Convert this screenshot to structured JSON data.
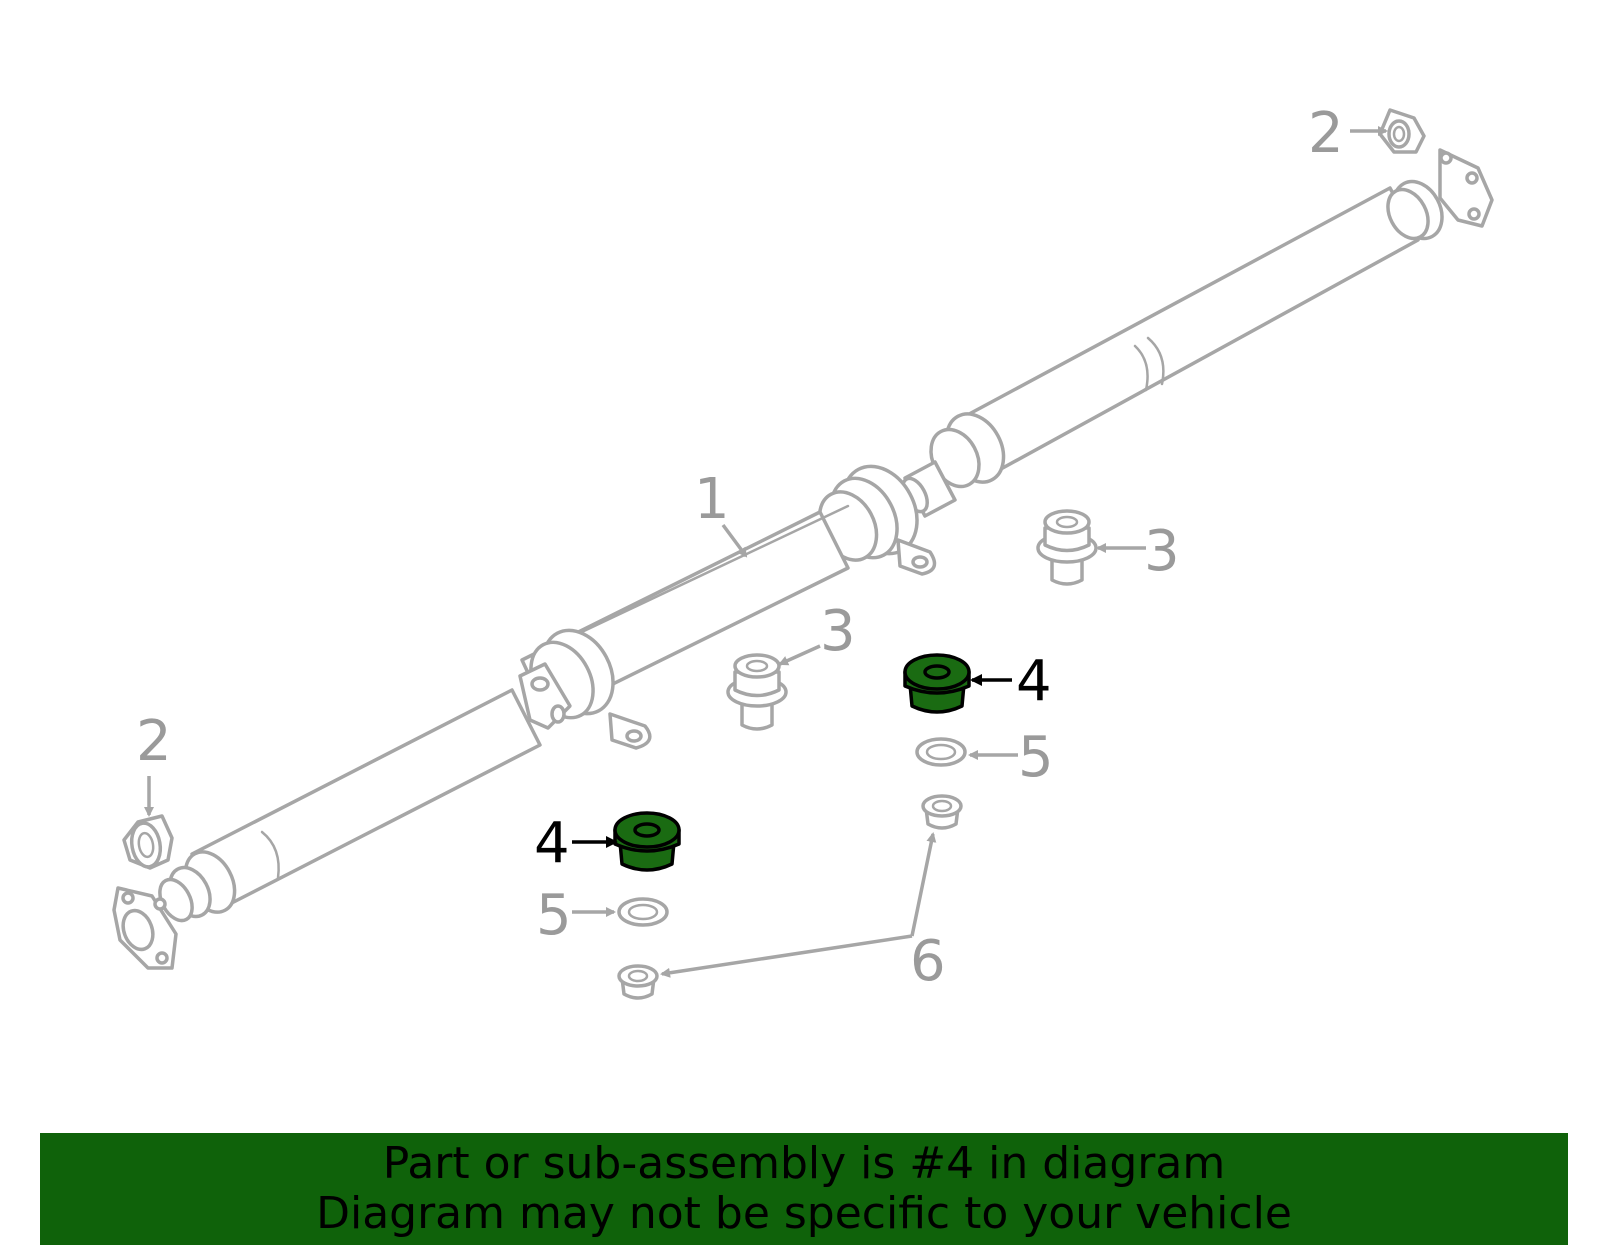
{
  "callouts": {
    "shaft": "1",
    "nut_left": "2",
    "nut_right": "2",
    "bolt_upper": "3",
    "bolt_lower": "3",
    "bushing_left": "4",
    "bushing_right": "4",
    "washer_left": "5",
    "washer_right": "5",
    "nut_bottom": "6"
  },
  "banner": {
    "line1": "Part or sub-assembly is #4 in diagram",
    "line2": "Diagram may not be specific to your vehicle"
  },
  "colors": {
    "highlight": "#1a6b12",
    "banner": "#0f620a",
    "outline": "#a6a6a6"
  }
}
